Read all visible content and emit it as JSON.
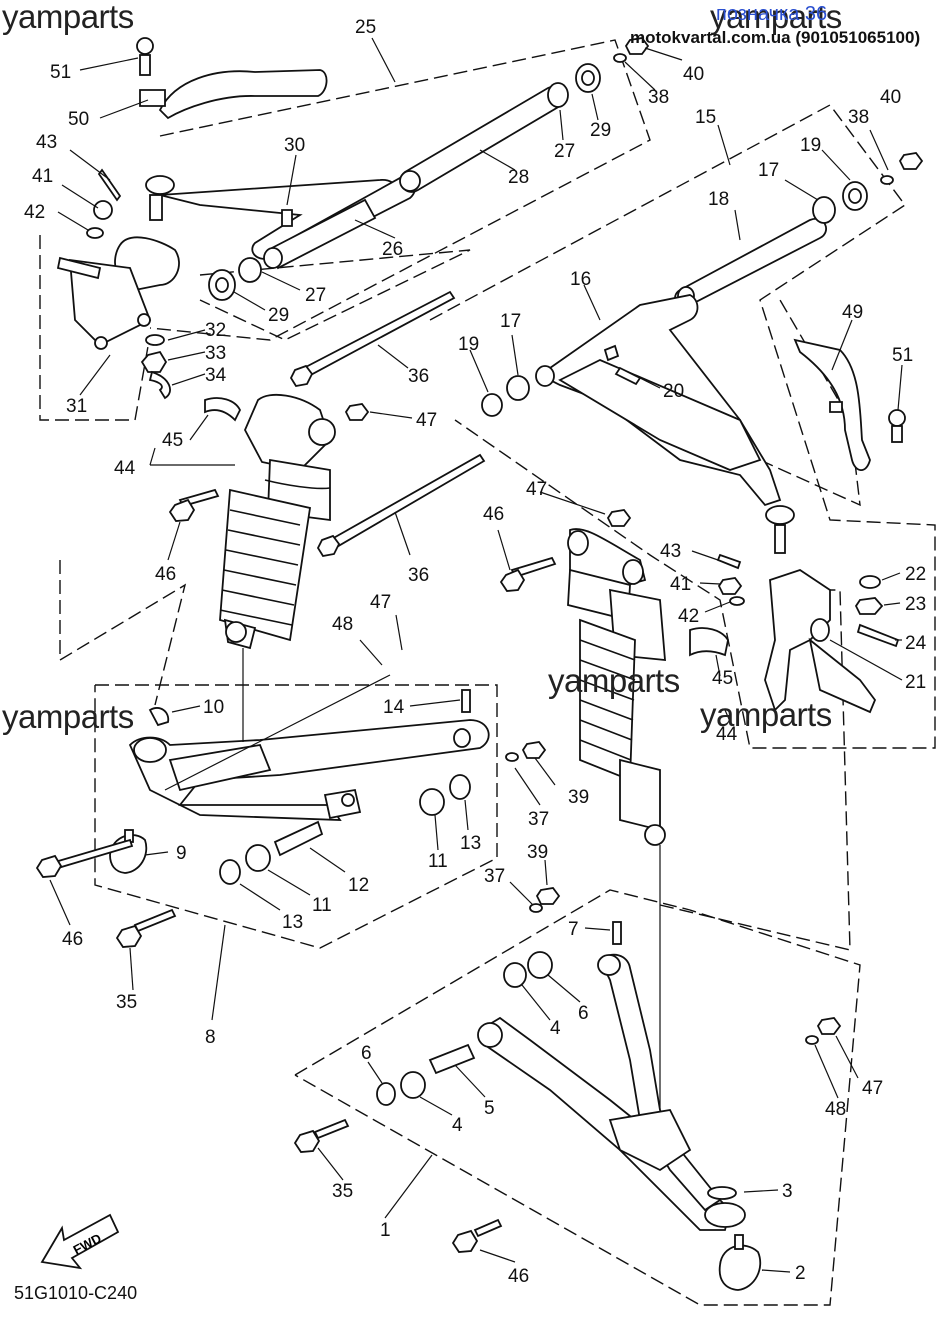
{
  "header": {
    "badge": "позначка 36",
    "site": "motokvartal.com.ua (901051065100)"
  },
  "watermarks": [
    "yamparts",
    "yamparts",
    "yamparts",
    "yamparts",
    "yamparts"
  ],
  "diagram_code": "51G1010-C240",
  "fwd_label": "FWD",
  "callouts": [
    "25",
    "51",
    "50",
    "40",
    "38",
    "40",
    "43",
    "41",
    "42",
    "30",
    "28",
    "27",
    "29",
    "15",
    "38",
    "19",
    "17",
    "18",
    "26",
    "27",
    "29",
    "32",
    "33",
    "34",
    "31",
    "36",
    "16",
    "17",
    "19",
    "20",
    "49",
    "51",
    "47",
    "45",
    "44",
    "46",
    "36",
    "47",
    "46",
    "43",
    "41",
    "42",
    "22",
    "23",
    "24",
    "21",
    "48",
    "47",
    "10",
    "14",
    "45",
    "44",
    "39",
    "37",
    "9",
    "13",
    "11",
    "12",
    "11",
    "13",
    "46",
    "35",
    "8",
    "39",
    "37",
    "7",
    "6",
    "4",
    "6",
    "4",
    "5",
    "47",
    "48",
    "35",
    "3",
    "1",
    "46",
    "2"
  ]
}
